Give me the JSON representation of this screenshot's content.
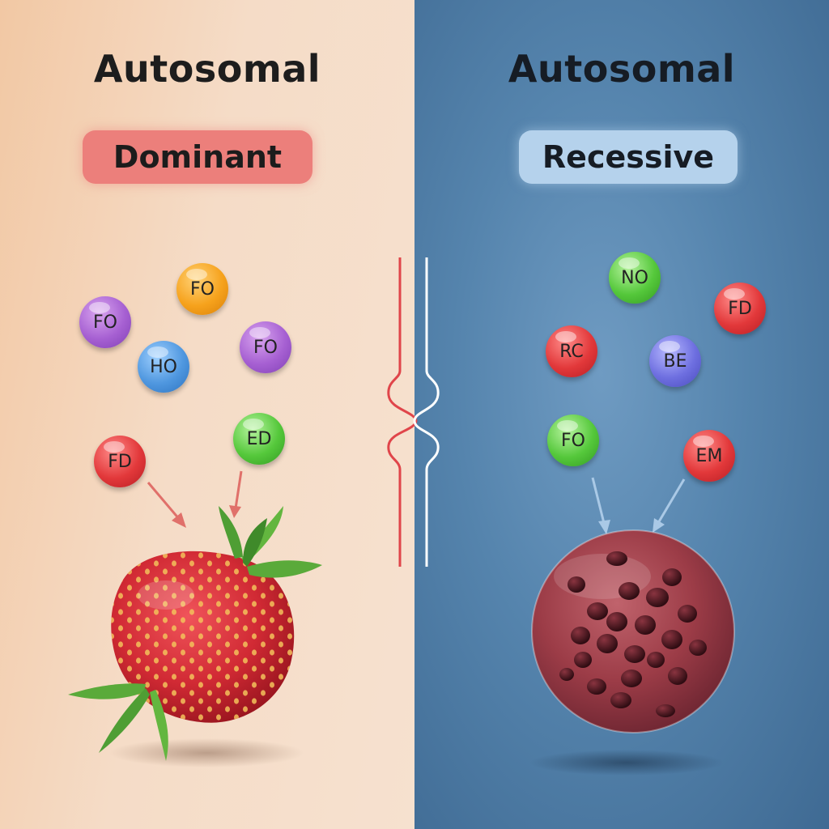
{
  "left": {
    "title": "Autosomal",
    "subtitle": "Dominant",
    "alleles": [
      {
        "label": "FO",
        "color": "orange"
      },
      {
        "label": "FO",
        "color": "purple"
      },
      {
        "label": "HO",
        "color": "blue"
      },
      {
        "label": "FO",
        "color": "purple"
      },
      {
        "label": "FD",
        "color": "red"
      },
      {
        "label": "ED",
        "color": "green"
      }
    ],
    "icon": "strawberry-icon"
  },
  "right": {
    "title": "Autosomal",
    "subtitle": "Recessive",
    "alleles": [
      {
        "label": "NO",
        "color": "green"
      },
      {
        "label": "FD",
        "color": "red"
      },
      {
        "label": "RC",
        "color": "red"
      },
      {
        "label": "BE",
        "color": "indigo"
      },
      {
        "label": "FO",
        "color": "green"
      },
      {
        "label": "EM",
        "color": "red"
      }
    ],
    "icon": "berry-sphere-icon"
  },
  "colors": {
    "dominant_pill": "#ec7f7b",
    "recessive_pill": "#b5d2ec",
    "left_bg": "#f5dcc7",
    "right_bg": "#5584ad",
    "divider_red": "#e0454a",
    "divider_white": "#ffffff"
  }
}
